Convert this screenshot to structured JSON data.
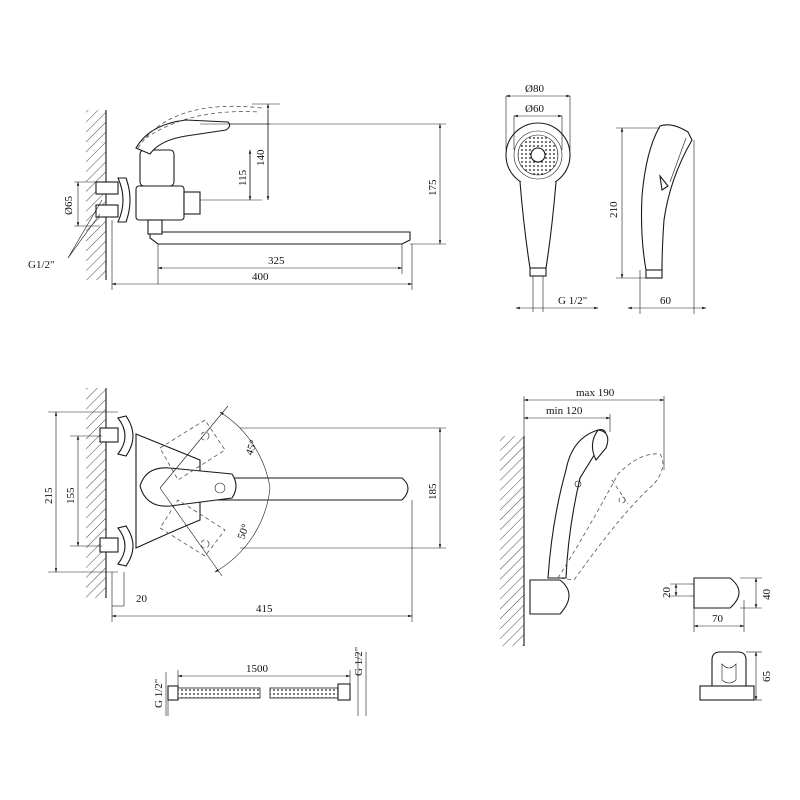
{
  "views": {
    "front_mixer": {
      "pipe_diameter": "Ø65",
      "thread": "G1/2\"",
      "height_115": "115",
      "height_140": "140",
      "height_175": "175",
      "spout_reach": "325",
      "total_length": "400"
    },
    "shower_head_front": {
      "outer_diameter": "Ø80",
      "inner_diameter": "Ø60",
      "thread": "G 1/2\""
    },
    "shower_head_side": {
      "length": "210",
      "width": "60"
    },
    "top_mixer": {
      "height_215": "215",
      "height_155": "155",
      "height_185": "185",
      "angle_45": "45°",
      "angle_50": "50°",
      "offset_20": "20",
      "length_415": "415"
    },
    "hose": {
      "left_thread": "G 1/2\"",
      "right_thread": "G 1/2\"",
      "length": "1500"
    },
    "holder_mount": {
      "max_reach": "max 190",
      "min_reach": "min 120"
    },
    "holder_small": {
      "dim_20": "20",
      "dim_40": "40",
      "dim_70": "70",
      "dim_65": "65"
    }
  }
}
